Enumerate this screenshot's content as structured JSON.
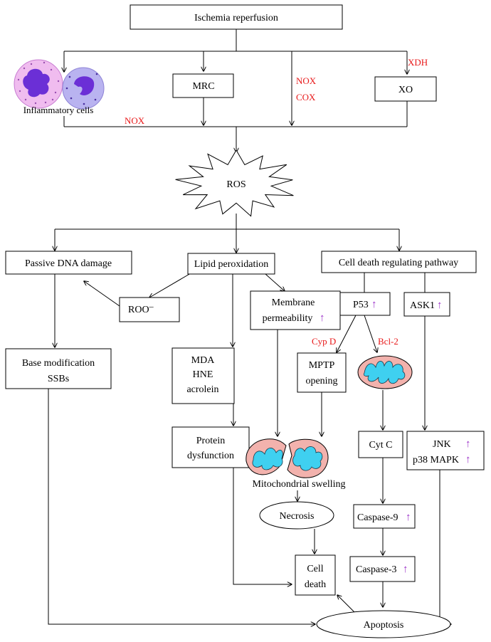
{
  "nodes": {
    "ischemia": "Ischemia reperfusion",
    "mrc": "MRC",
    "xo": "XO",
    "inflammatory": "Inflammatory cells",
    "ros": "ROS",
    "passive_dna": "Passive DNA damage",
    "lipid_perox": "Lipid peroxidation",
    "cell_death_path": "Cell death regulating pathway",
    "roo": "ROO",
    "roo_sup": "–",
    "membrane_1": "Membrane",
    "membrane_2": "permeability",
    "p53": "P53",
    "ask1": "ASK1",
    "base_mod_1": "Base modification",
    "base_mod_2": "SSBs",
    "mda_1": "MDA",
    "mda_2": "HNE",
    "mda_3": "acrolein",
    "mptp_1": "MPTP",
    "mptp_2": "opening",
    "protein_1": "Protein",
    "protein_2": "dysfunction",
    "mito_swelling": "Mitochondrial swelling",
    "cytc": "Cyt C",
    "jnk": "JNK",
    "p38": "p38 MAPK",
    "necrosis": "Necrosis",
    "casp9": "Caspase-9",
    "cell_death_1": "Cell",
    "cell_death_2": "death",
    "casp3": "Caspase-3",
    "apoptosis": "Apoptosis"
  },
  "labels": {
    "xdh": "XDH",
    "nox_top": "NOX",
    "cox": "COX",
    "nox_bottom": "NOX",
    "cypd": "Cyp D",
    "bcl2": "Bcl-2"
  },
  "up_arrow": "↑",
  "colors": {
    "label_red": "#e8191a",
    "up_arrow_purple": "#9b30c8",
    "mito_outer": "#f2b2ad",
    "mito_inner": "#3fd0f0",
    "cell_pink": "#f0bcef",
    "cell_lavender": "#b9b3f0",
    "nucleus": "#6b2fd6"
  }
}
